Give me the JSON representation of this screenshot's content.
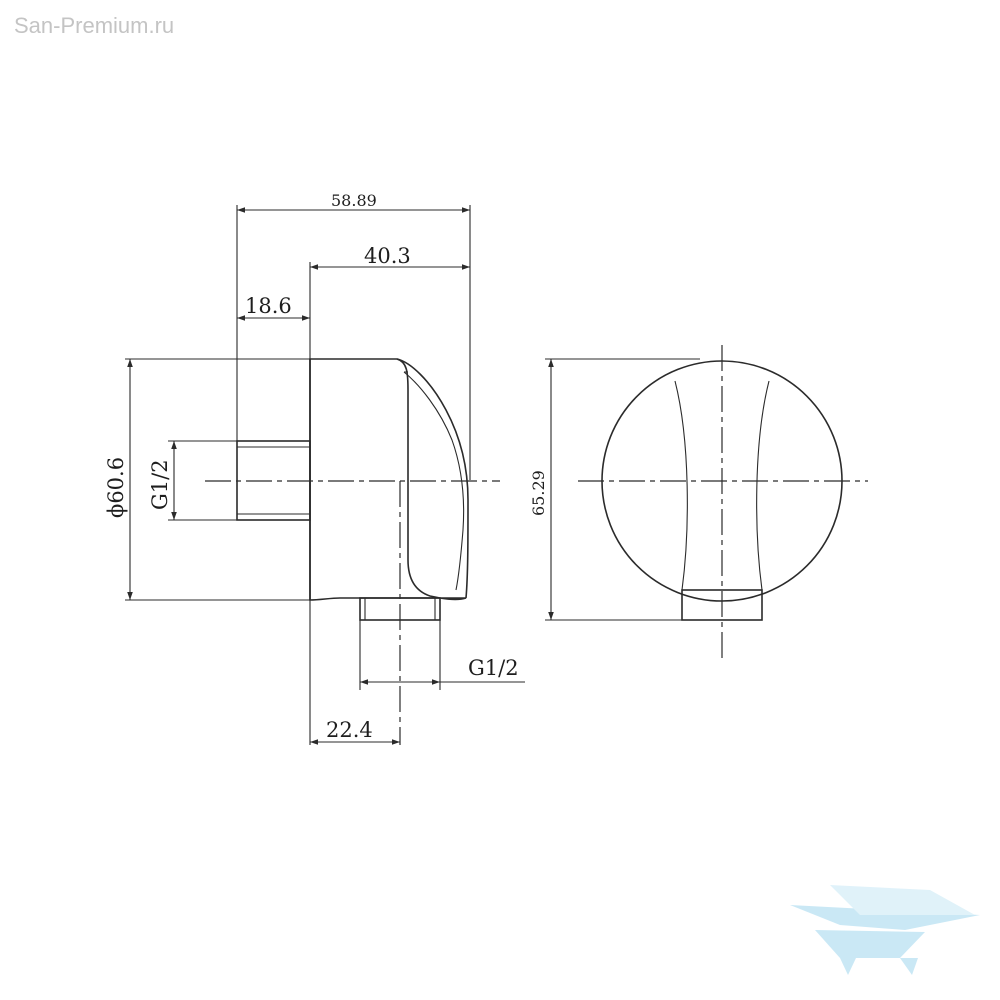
{
  "watermark": {
    "site_text": "San-Premium.ru",
    "logo_color": "#9fd6ee"
  },
  "dimensions": {
    "overall_depth": "58.89",
    "body_depth": "40.3",
    "rear_thread_length": "18.6",
    "diameter": "ϕ60.6",
    "rear_thread": "G1/2",
    "bottom_thread": "G1/2",
    "bottom_offset": "22.4",
    "front_height": "65.29"
  },
  "colors": {
    "line": "#2b2b2b"
  }
}
